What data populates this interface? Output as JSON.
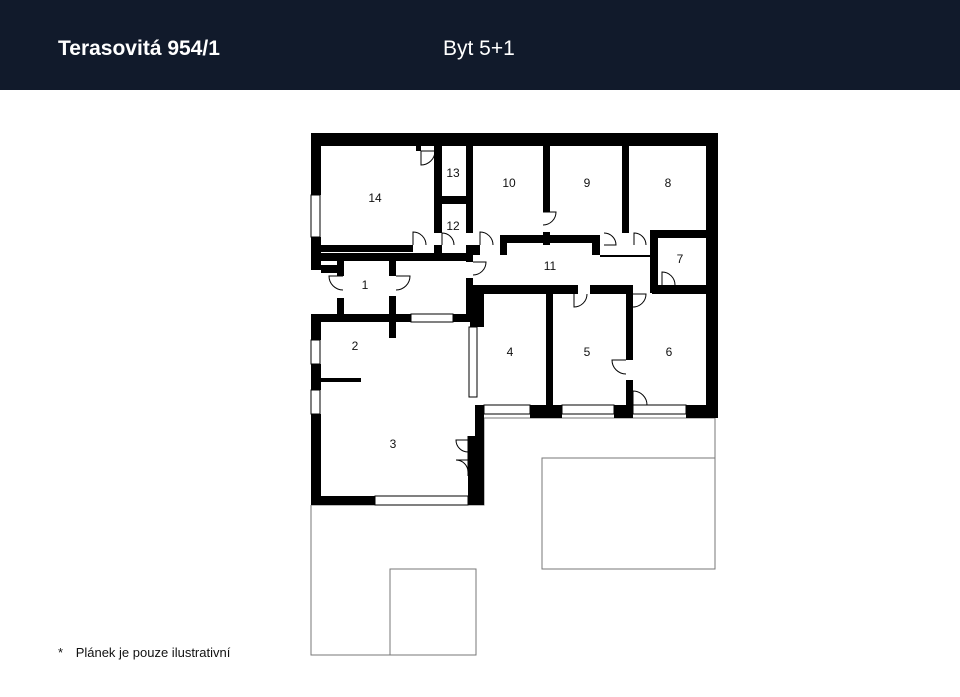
{
  "header": {
    "title": "Terasovitá 954/1",
    "subtitle": "Byt 5+1"
  },
  "plan": {
    "rooms": [
      "1",
      "2",
      "3",
      "4",
      "5",
      "6",
      "7",
      "8",
      "9",
      "10",
      "11",
      "12",
      "13",
      "14"
    ]
  },
  "footnote": {
    "marker": "*",
    "text": "Plánek je pouze ilustrativní"
  },
  "colors": {
    "header_bg": "#111a2b",
    "wall": "#000000",
    "outline": "#777777"
  }
}
